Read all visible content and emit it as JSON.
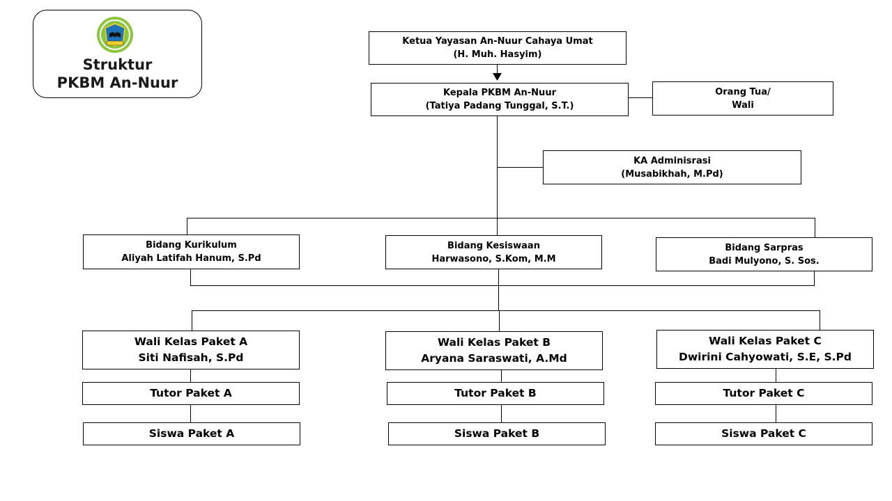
{
  "header": {
    "title_line1": "Struktur",
    "title_line2": "PKBM An-Nuur",
    "logo_icon": "pkbm-an-nuur-logo"
  },
  "nodes": {
    "ketua": {
      "role": "Ketua Yayasan An-Nuur Cahaya Umat",
      "name": "(H. Muh. Hasyim)"
    },
    "kepala": {
      "role": "Kepala PKBM An-Nuur",
      "name": "(Tatiya Padang Tunggal, S.T.)"
    },
    "orangtua": {
      "role": "Orang Tua/",
      "name": "Wali"
    },
    "admin": {
      "role": "KA Adminisrasi",
      "name": "(Musabikhah, M.Pd)"
    },
    "kurikulum": {
      "role": "Bidang Kurikulum",
      "name": "Aliyah Latifah Hanum, S.Pd"
    },
    "kesiswaan": {
      "role": "Bidang Kesiswaan",
      "name": "Harwasono, S.Kom, M.M"
    },
    "sarpras": {
      "role": "Bidang Sarpras",
      "name": "Badi Mulyono, S. Sos."
    },
    "wali_a": {
      "role": "Wali Kelas Paket A",
      "name": "Siti Nafisah, S.Pd"
    },
    "wali_b": {
      "role": "Wali Kelas Paket B",
      "name": "Aryana Saraswati, A.Md"
    },
    "wali_c": {
      "role": "Wali Kelas Paket C",
      "name": "Dwirini Cahyowati, S.E, S.Pd"
    },
    "tutor_a": "Tutor Paket A",
    "tutor_b": "Tutor Paket B",
    "tutor_c": "Tutor Paket C",
    "siswa_a": "Siswa Paket A",
    "siswa_b": "Siswa Paket B",
    "siswa_c": "Siswa Paket C"
  },
  "colors": {
    "logo_ring": "#8cc63f",
    "logo_shield": "#1e73b8",
    "logo_banner": "#f2d02b"
  }
}
